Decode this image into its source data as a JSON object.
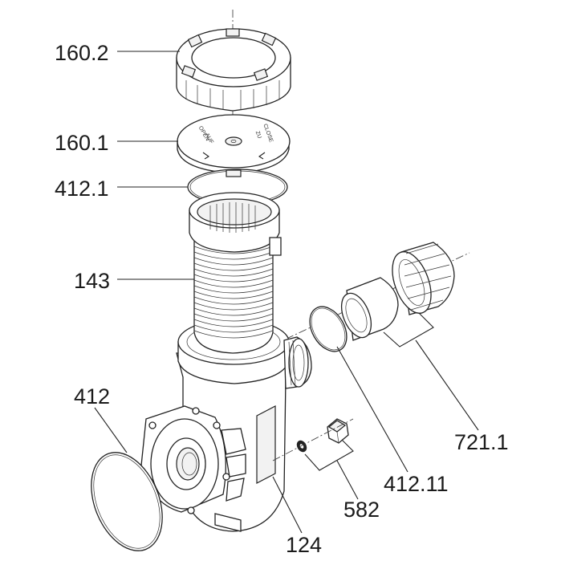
{
  "labels": {
    "lid_ring": "160.2",
    "lid": "160.1",
    "lid_oring": "412.1",
    "strainer_basket": "143",
    "cover_oring": "412",
    "union_oring": "412.11",
    "drain_plug": "582",
    "pump_housing": "124",
    "union_fitting": "721.1"
  },
  "lid_text": {
    "open": "OPEN",
    "close": "CLOSE",
    "open_sub": "AUF",
    "close_sub": "ZU"
  }
}
